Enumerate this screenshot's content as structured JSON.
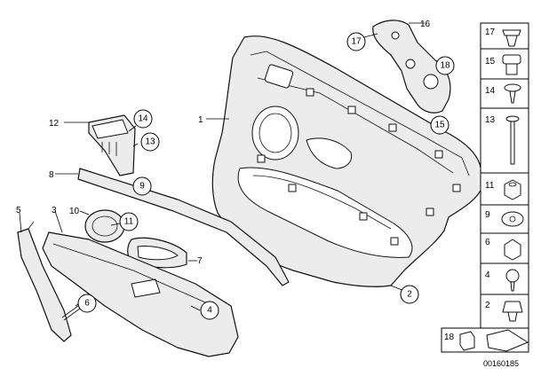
{
  "labels": {
    "p1": "1",
    "p2": "2",
    "p3": "3",
    "p4": "4",
    "p5": "5",
    "p6": "6",
    "p7": "7",
    "p8": "8",
    "p9": "9",
    "p10": "10",
    "p11": "11",
    "p12": "12",
    "p13": "13",
    "p14": "14",
    "p15": "15",
    "p16": "16",
    "p17": "17",
    "p18": "18"
  },
  "side_table": {
    "cells": [
      "17",
      "15",
      "14",
      "13",
      "11",
      "9",
      "6",
      "4",
      "2"
    ]
  },
  "inset_label": "18",
  "diagram_code": "00160185"
}
